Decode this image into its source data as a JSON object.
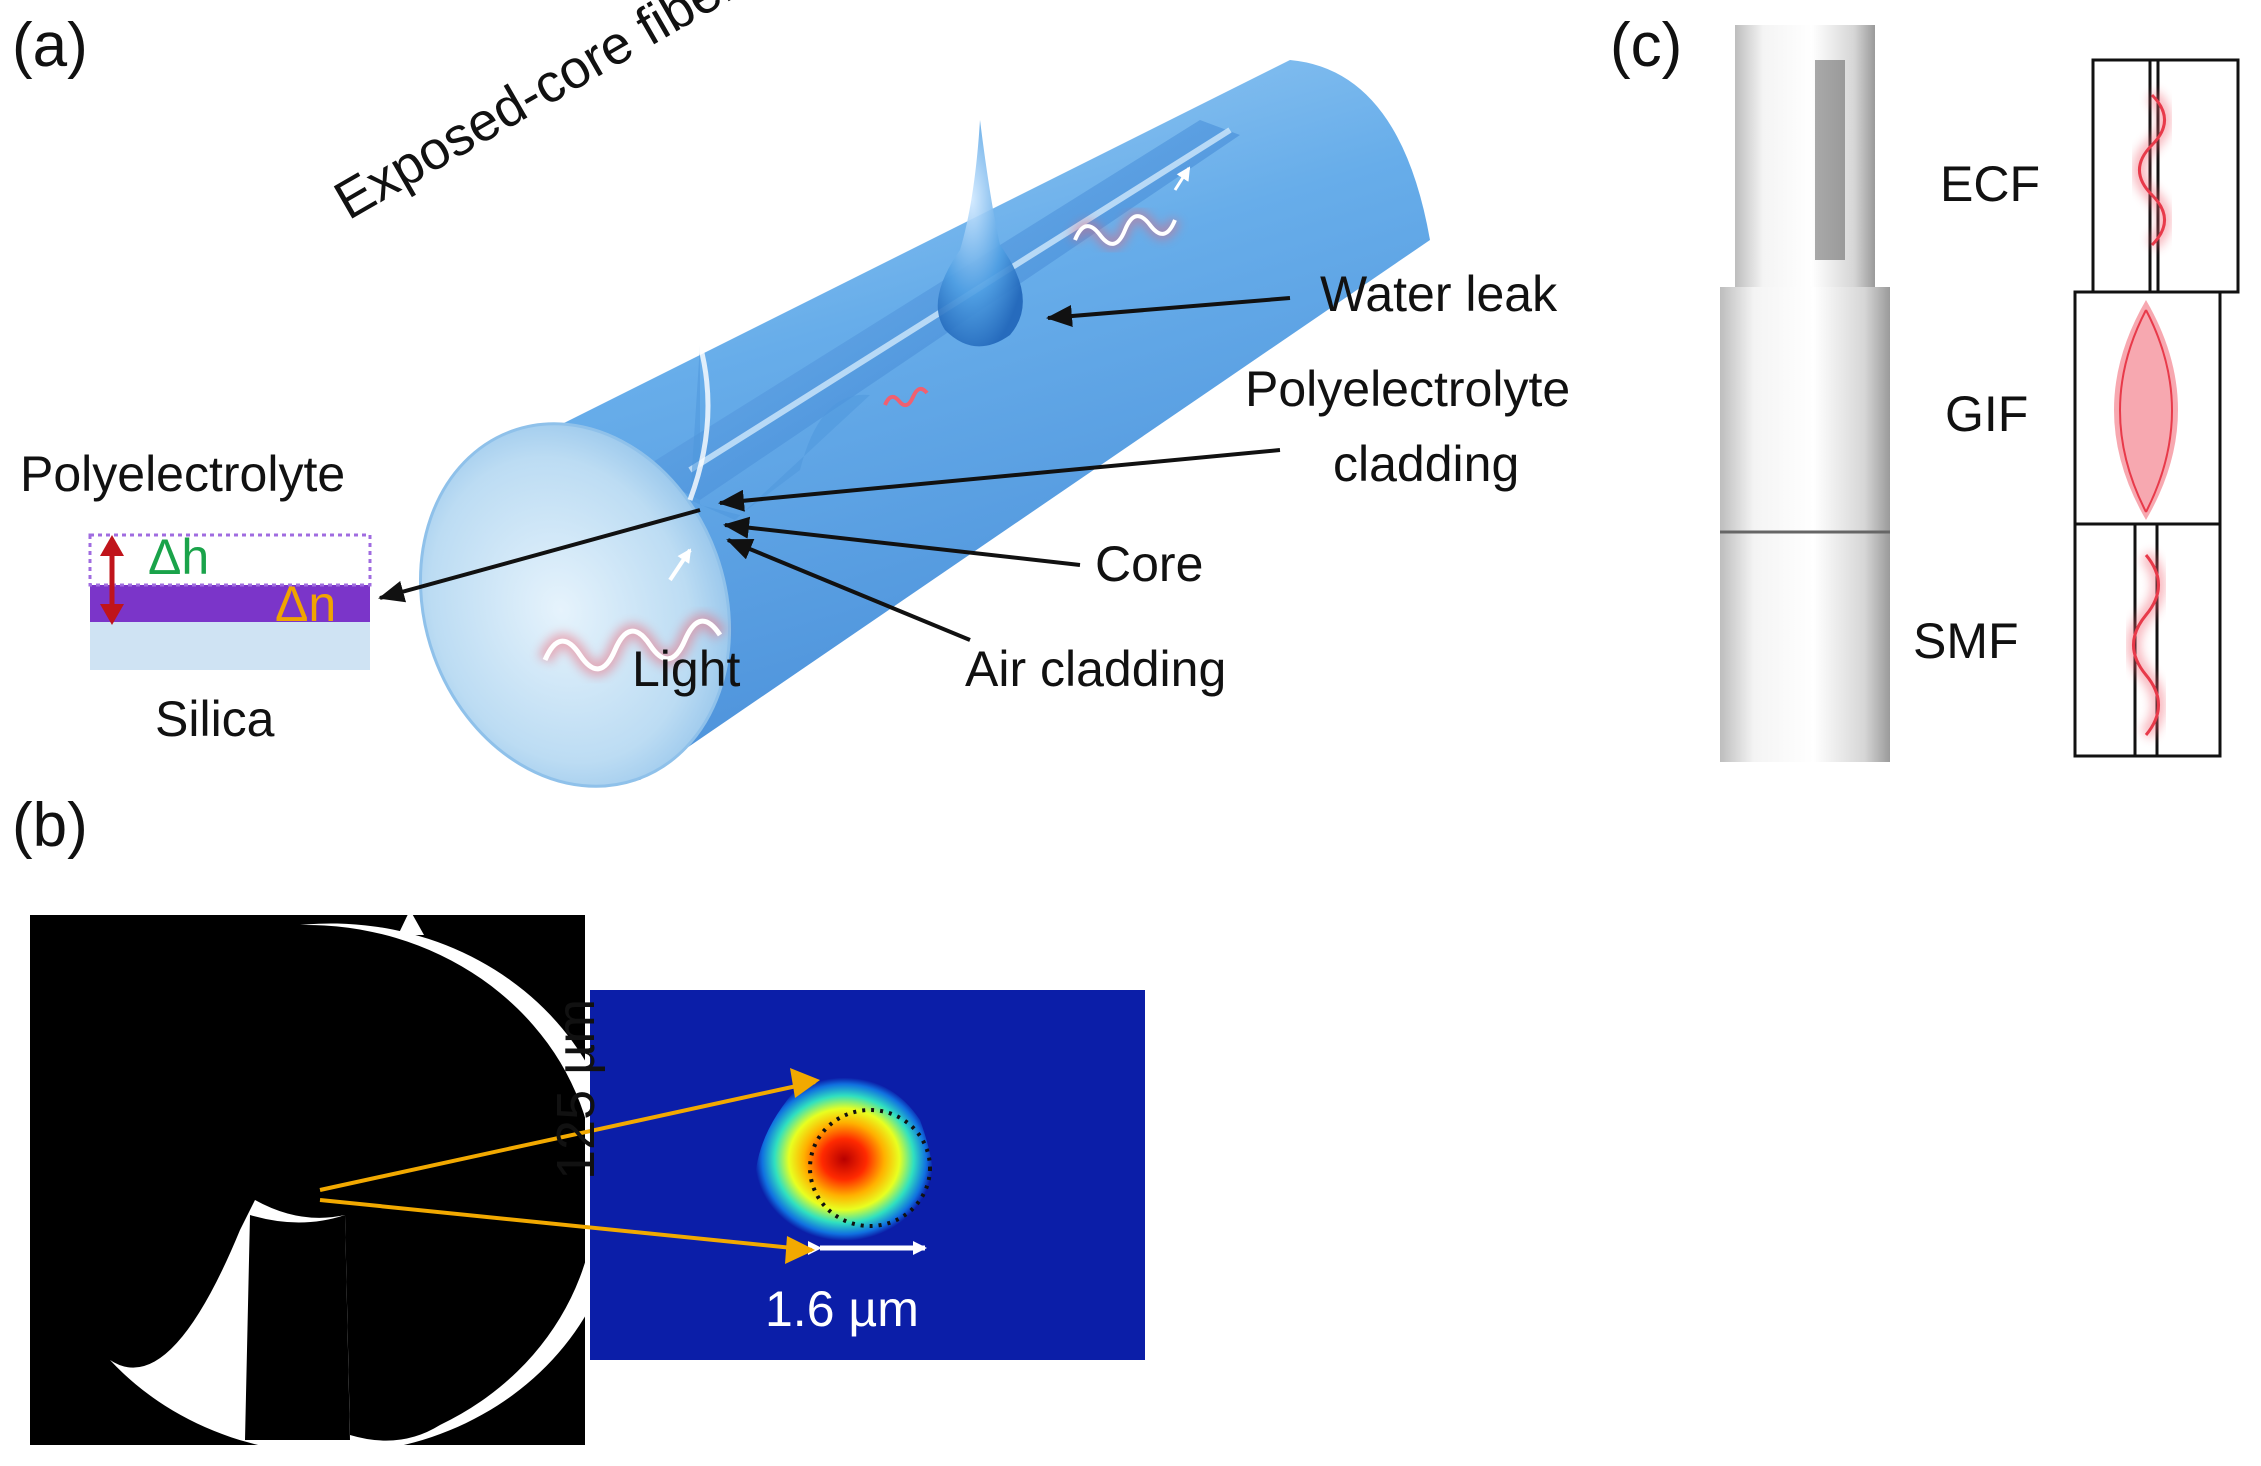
{
  "panels": {
    "a": "(a)",
    "b": "(b)",
    "c": "(c)"
  },
  "panel_a": {
    "fiber_title": "Exposed-core fiber (ECF)",
    "water_leak": "Water leak",
    "polyelectrolyte_cladding_line1": "Polyelectrolyte",
    "polyelectrolyte_cladding_line2": "cladding",
    "core": "Core",
    "air_cladding": "Air cladding",
    "light": "Light",
    "inset_title": "Polyelectrolyte",
    "delta_h": "Δh",
    "delta_n": "Δn",
    "substrate": "Silica",
    "colors": {
      "fiber": "#5aa6e8",
      "polyelectrolyte": "#7b35c9",
      "delta_h": "#1aa34a",
      "delta_n": "#f0a400",
      "arrow_red": "#c0141b",
      "light_wave": "#f06070"
    }
  },
  "panel_b": {
    "diameter_label": "125 µm",
    "mode_size_label": "1.6 µm",
    "colors": {
      "arrow": "#f2a900",
      "mode_background": "#0b1ea8"
    }
  },
  "panel_c": {
    "ecf": "ECF",
    "gif": "GIF",
    "smf": "SMF"
  }
}
